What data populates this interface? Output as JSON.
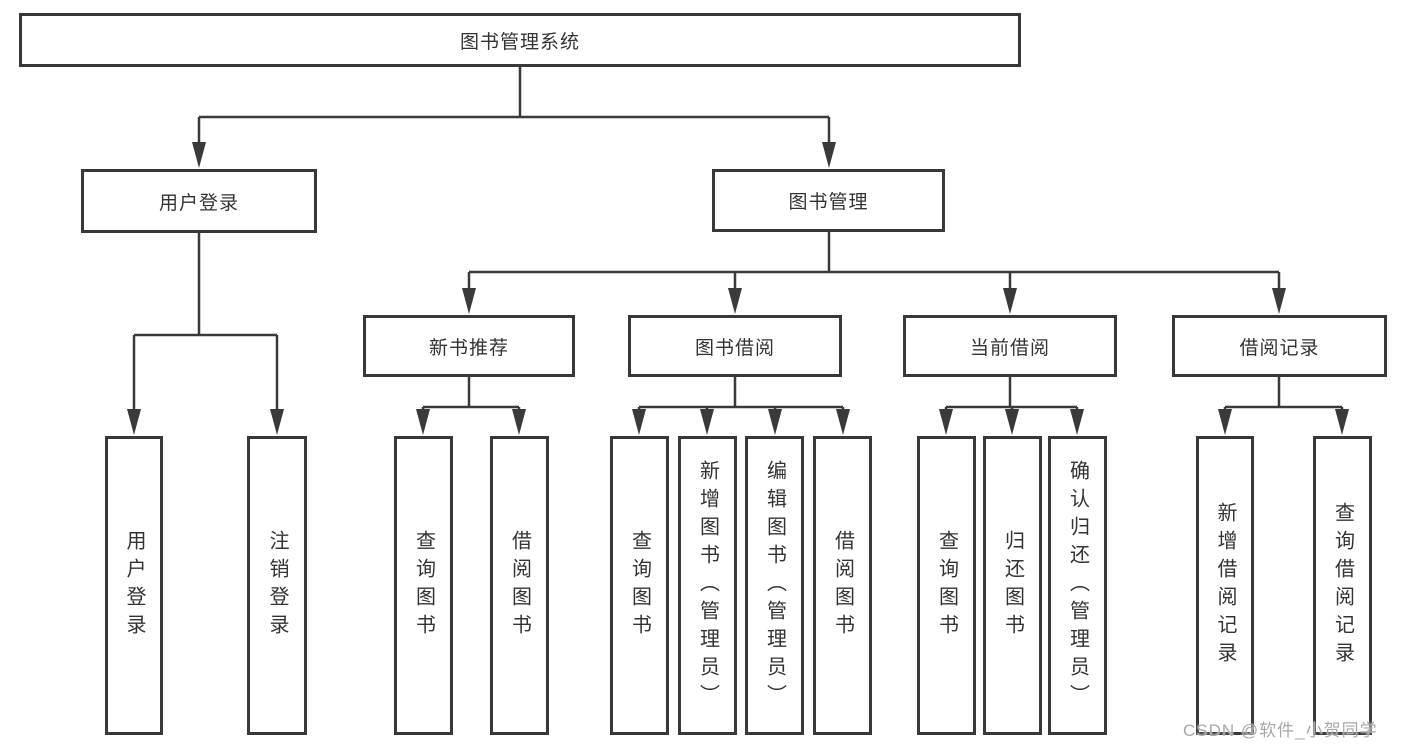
{
  "diagram_title": "图书管理系统",
  "nodes": {
    "root": "图书管理系统",
    "user_login": "用户登录",
    "book_mgmt": "图书管理",
    "new_book_rec": "新书推荐",
    "book_borrow": "图书借阅",
    "current_borrow": "当前借阅",
    "borrow_record": "借阅记录",
    "leaf_user_login": "用户登录",
    "leaf_logout": "注销登录",
    "rec_query_book": "查询图书",
    "rec_borrow_book": "借阅图书",
    "bb_query_book": "查询图书",
    "bb_add_book": "新增图书（管理员）",
    "bb_edit_book": "编辑图书（管理员）",
    "bb_borrow_book": "借阅图书",
    "cb_query_book": "查询图书",
    "cb_return_book": "归还图书",
    "cb_confirm_return": "确认归还（管理员）",
    "br_add_record": "新增借阅记录",
    "br_query_record": "查询借阅记录"
  },
  "hierarchy": {
    "图书管理系统": {
      "用户登录": [
        "用户登录",
        "注销登录"
      ],
      "图书管理": {
        "新书推荐": [
          "查询图书",
          "借阅图书"
        ],
        "图书借阅": [
          "查询图书",
          "新增图书（管理员）",
          "编辑图书（管理员）",
          "借阅图书"
        ],
        "当前借阅": [
          "查询图书",
          "归还图书",
          "确认归还（管理员）"
        ],
        "借阅记录": [
          "新增借阅记录",
          "查询借阅记录"
        ]
      }
    }
  },
  "watermark": "CSDN @软件_小贺同学",
  "colors": {
    "background": "#ffffff",
    "box_border": "#383838",
    "connector_line": "#3a3a3a",
    "text": "#333333",
    "watermark_text": "#a8a8a8"
  }
}
